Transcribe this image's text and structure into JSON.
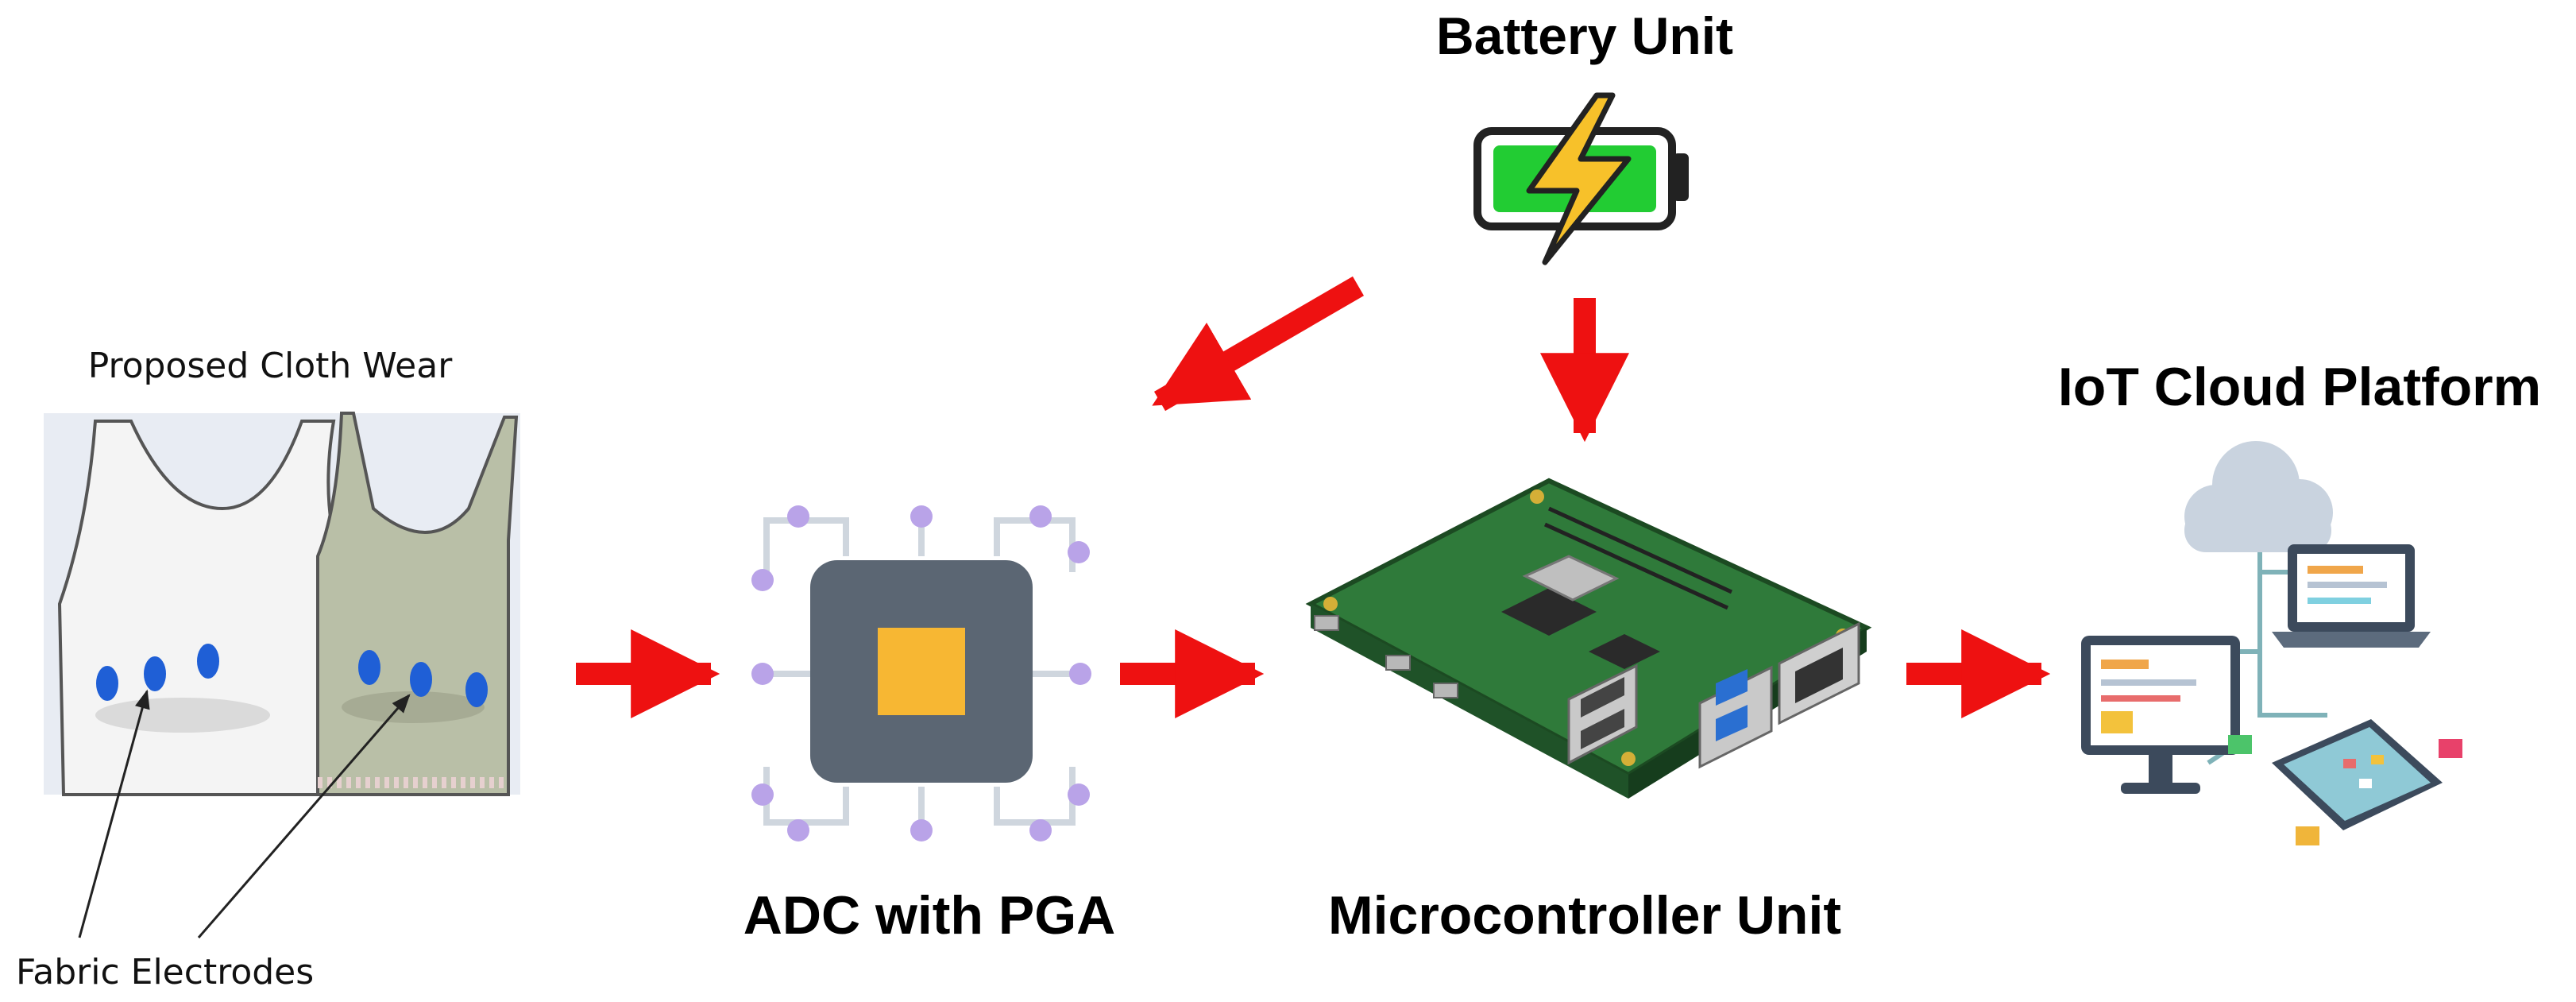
{
  "labels": {
    "battery_unit": "Battery Unit",
    "cloth_wear": "Proposed Cloth Wear",
    "fabric_electrodes": "Fabric Electrodes",
    "adc": "ADC with PGA",
    "microcontroller": "Microcontroller Unit",
    "iot_cloud": "IoT Cloud Platform"
  },
  "colors": {
    "arrow": "#ee1111",
    "electrode": "#1f5fd6",
    "chip_body": "#5b6673",
    "chip_core": "#f7b733",
    "chip_pins": "#b9a3e8",
    "battery_fill": "#22cc33",
    "bolt": "#f7c12a",
    "pcb_green": "#2f7a3a",
    "cloud": "#c9d3df",
    "network_line": "#7fb2b8",
    "shirt_light": "#f4f4f4",
    "shirt_green": "#b9bfa7"
  },
  "icons": [
    "battery-icon",
    "lightning-bolt-icon",
    "chip-icon",
    "raspberry-pi-board-icon",
    "cloud-icon",
    "monitor-icon",
    "laptop-icon",
    "tablet-icon"
  ]
}
